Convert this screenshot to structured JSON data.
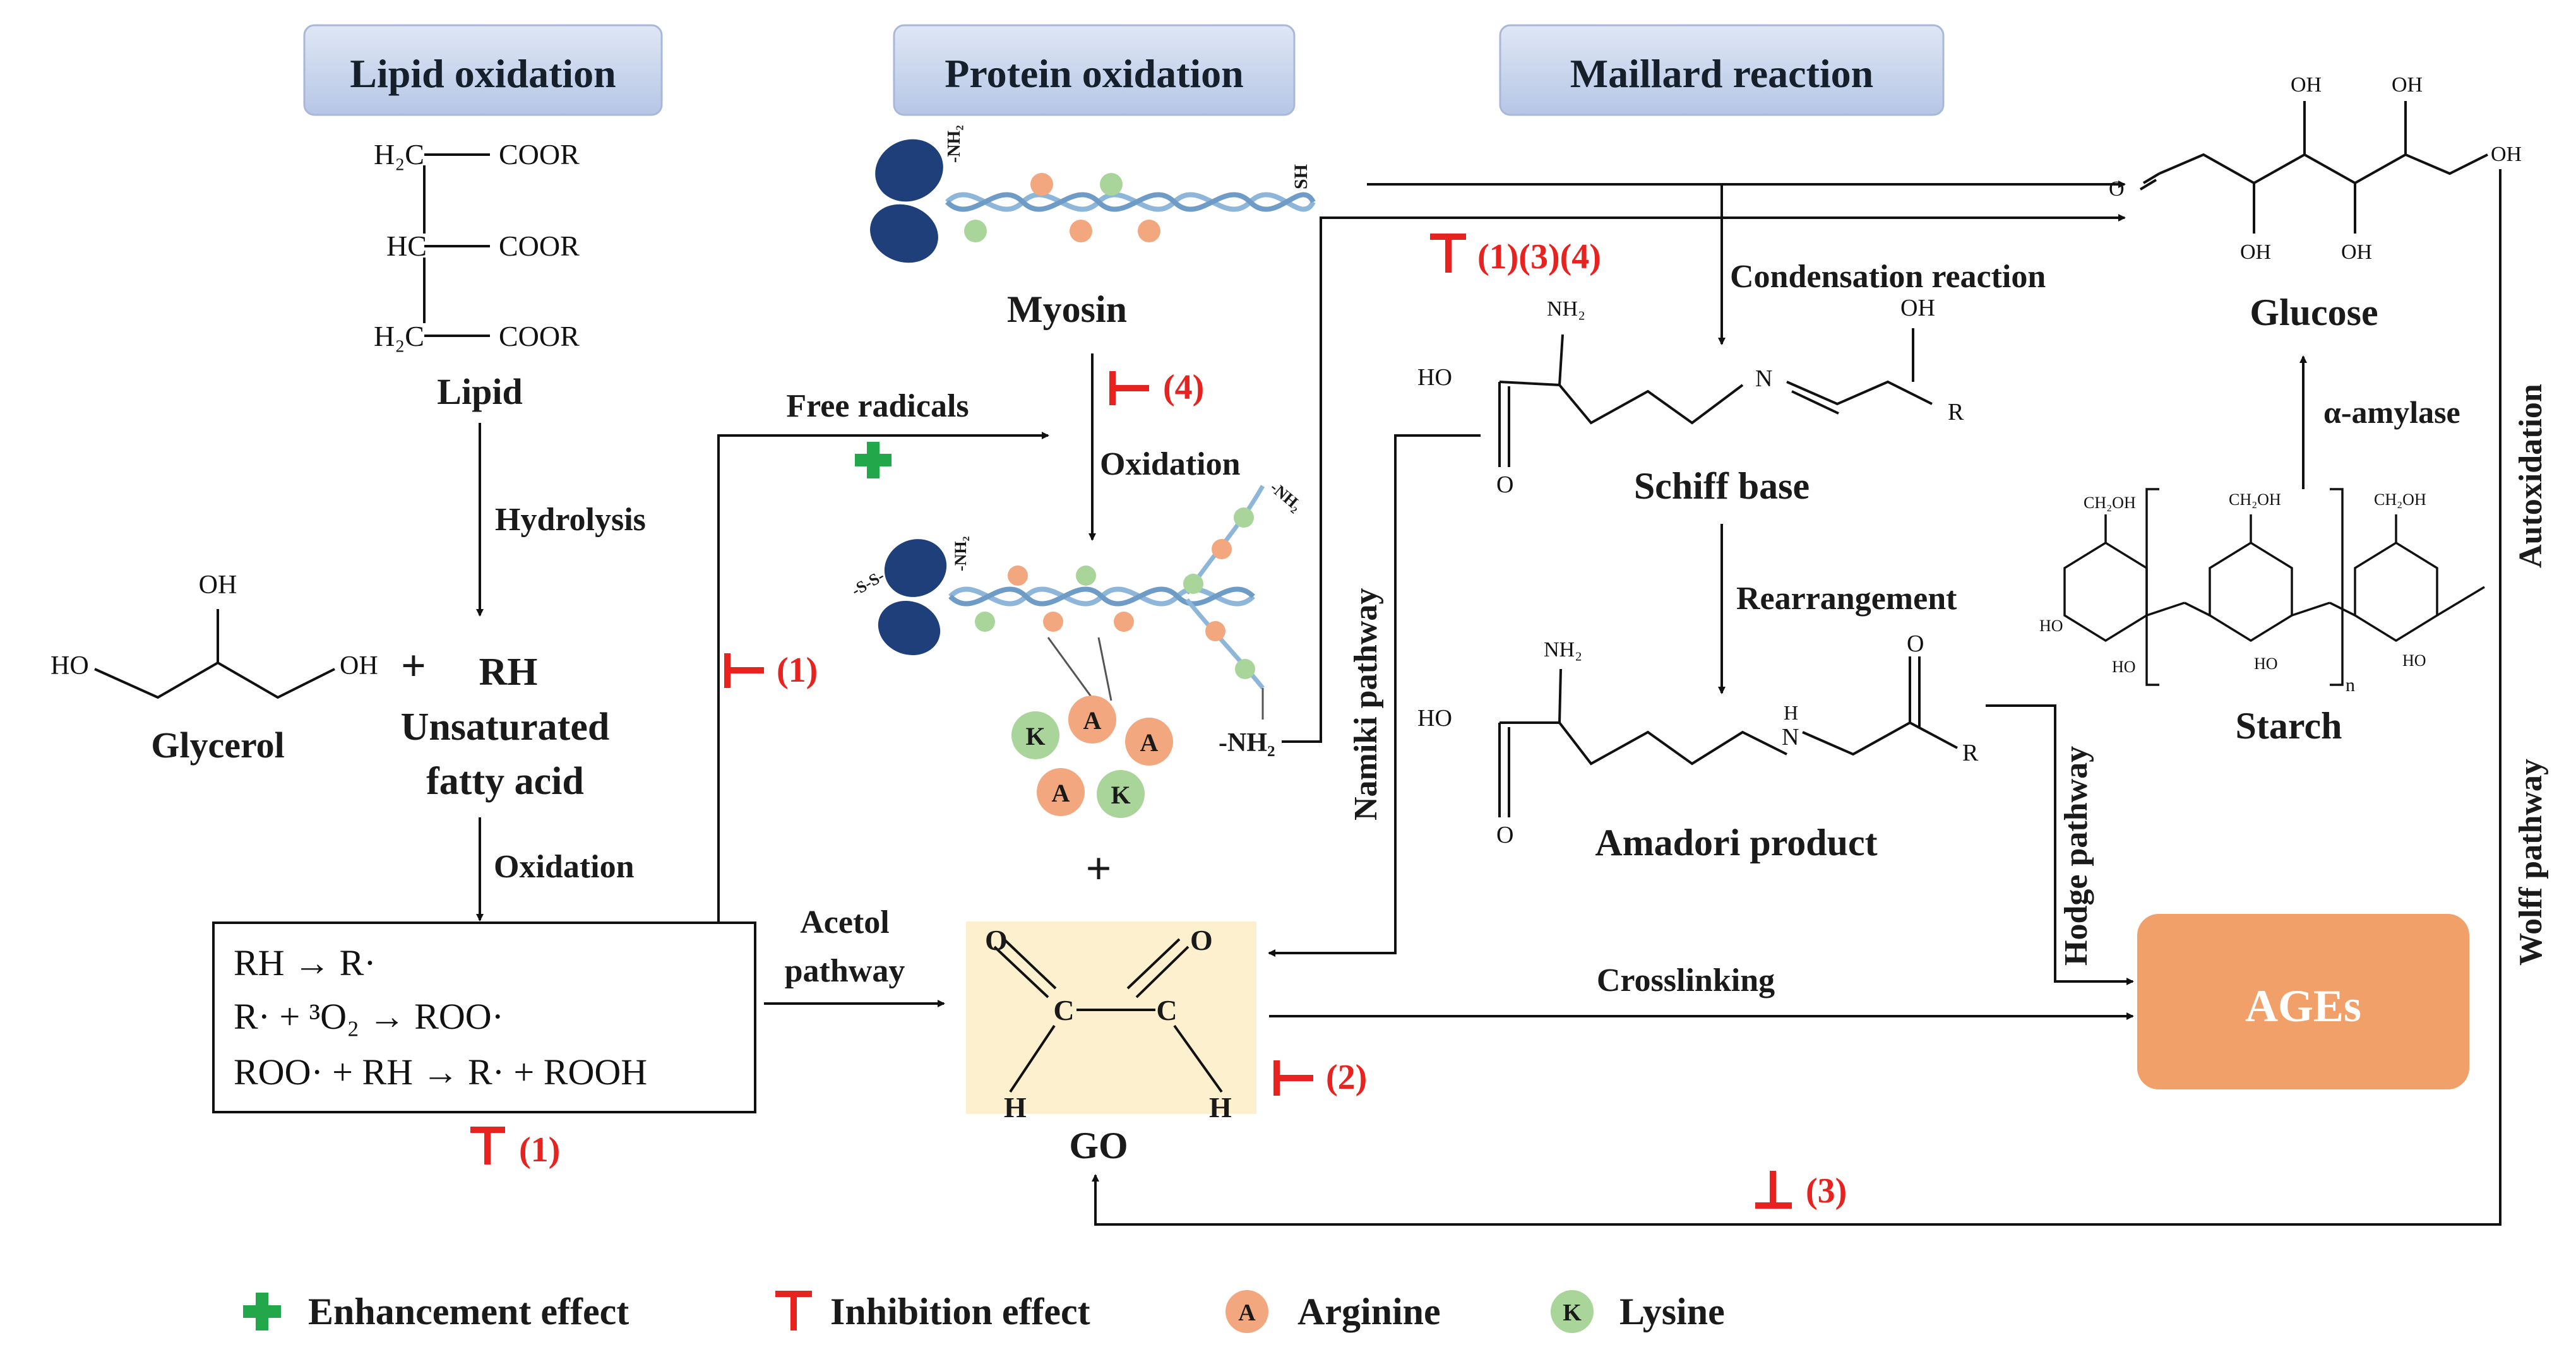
{
  "headers": {
    "lipid": "Lipid oxidation",
    "protein": "Protein oxidation",
    "maillard": "Maillard reaction"
  },
  "lipid": {
    "groups": [
      "COOR",
      "COOR",
      "COOR"
    ],
    "h2c_top": "H₂C",
    "hc": "HC",
    "h2c_bot": "H₂C",
    "label": "Lipid",
    "hydrolysis": "Hydrolysis",
    "glycerol": "Glycerol",
    "plus": "+",
    "rh": "RH",
    "ufa_line1": "Unsaturated",
    "ufa_line2": "fatty acid",
    "oxidation": "Oxidation",
    "glycerol_oh": "OH",
    "glycerol_ho": "HO",
    "glycerol_oh2": "OH"
  },
  "reactions": {
    "line1": "RH → R·",
    "line2": "R· + ³O₂ → ROO·",
    "line3": "ROO· + RH → R· + ROOH",
    "inhib": "(1)"
  },
  "protein": {
    "myosin": "Myosin",
    "free_radicals": "Free radicals",
    "oxidation": "Oxidation",
    "inhib4": "(4)",
    "inhib1": "(1)",
    "nh2": "-NH₂",
    "sh": "SH",
    "ss": "-S-S-",
    "plus": "+",
    "acetol1": "Acetol",
    "acetol2": "pathway"
  },
  "go": {
    "label": "GO",
    "c": "C",
    "o": "O",
    "h": "H",
    "inhib": "(2)"
  },
  "maillard": {
    "condensation": "Condensation  reaction",
    "schiff": "Schiff base",
    "rearrangement": "Rearrangement",
    "amadori": "Amadori product",
    "namiki": "Namiki pathway",
    "hodge": "Hodge pathway",
    "crosslinking": "Crosslinking",
    "inhib134": "(1)(3)(4)",
    "inhib3": "(3)",
    "ho": "HO",
    "o": "O",
    "nh2": "NH₂",
    "oh": "OH",
    "n": "N",
    "r": "R",
    "h": "H"
  },
  "sugar": {
    "glucose": "Glucose",
    "starch": "Starch",
    "amylase": "α-amylase",
    "autoxidation": "Autoxidation",
    "wolff": "Wolff pathway",
    "oh": "OH",
    "o": "O",
    "ch2oh": "CH₂OH",
    "ho": "HO",
    "n": "n"
  },
  "ages": {
    "label": "AGEs"
  },
  "legend": {
    "enhancement": "Enhancement effect",
    "inhibition": "Inhibition effect",
    "arginine": "Arginine",
    "lysine": "Lysine",
    "a": "A",
    "k": "K"
  },
  "colors": {
    "header_fill": "#c5d3ec",
    "inhibit": "#e8231f",
    "enhance": "#22a84a",
    "arginine": "#f2a77e",
    "lysine": "#a9d49a",
    "myosin_head": "#1f3f7a",
    "helix": "#8db6d9",
    "ages_fill": "#f0a068",
    "go_fill": "#fdf0cf"
  }
}
